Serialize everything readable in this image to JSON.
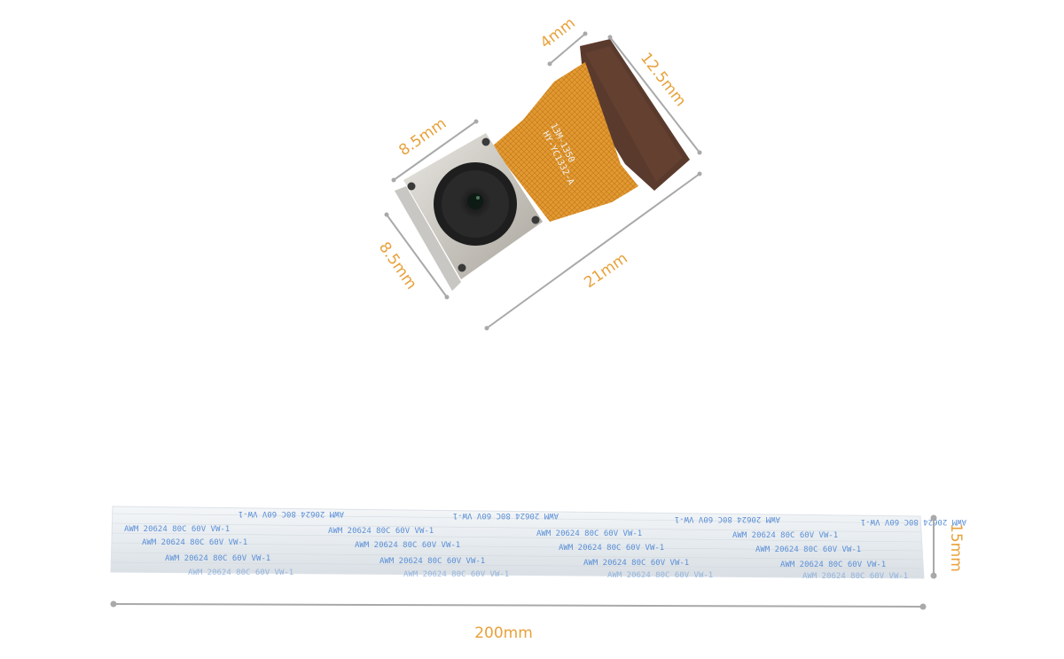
{
  "module_dimensions": {
    "flex_connector_width": "4mm",
    "connector_length": "12.5mm",
    "module_width": "8.5mm",
    "module_height": "8.5mm",
    "total_length": "21mm"
  },
  "module_print": {
    "line1": "HY-YC1332-A",
    "line2": "13M-1350"
  },
  "cable_dimensions": {
    "height": "15mm",
    "length": "200mm"
  },
  "cable_print": {
    "marking": "AWM 20624 80C 60V VW-1"
  },
  "colors": {
    "dimension_label": "#e8a13a",
    "dimension_line": "#a9a9a9",
    "flex_pcb": "#e0962a",
    "connector_stiffener": "#5a3a2c",
    "cable_text": "#5b8fd6"
  }
}
